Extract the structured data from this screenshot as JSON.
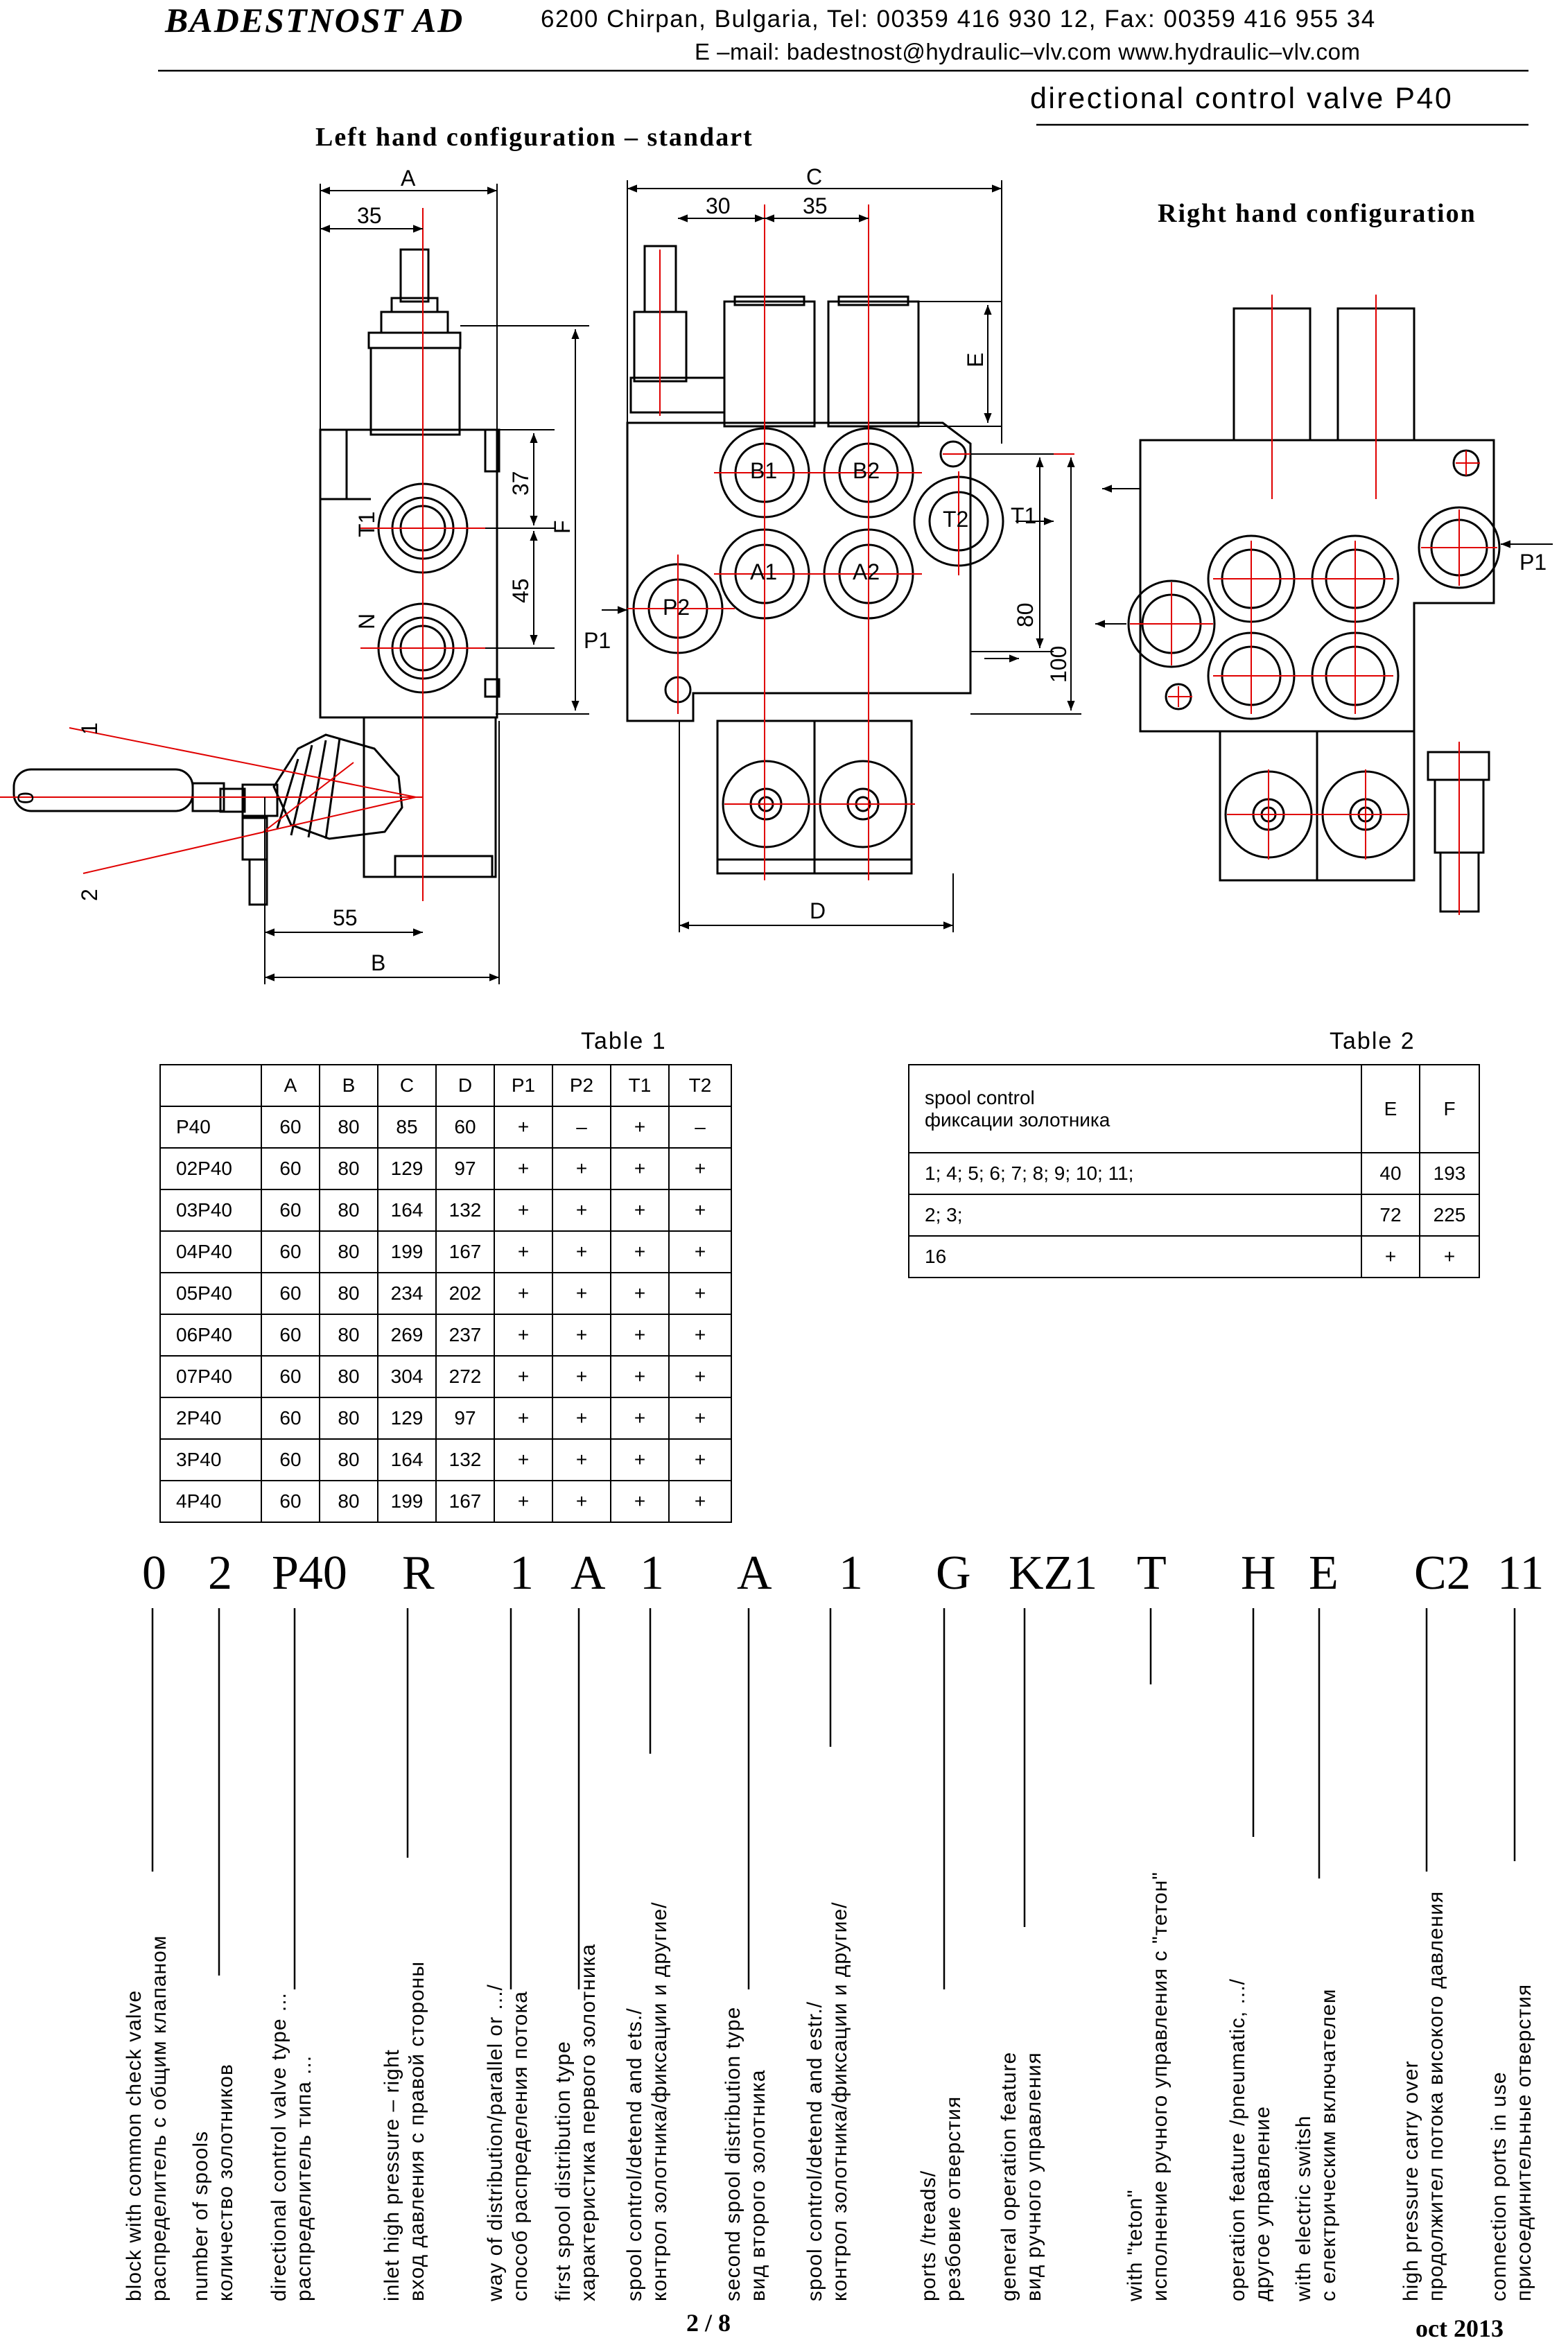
{
  "header": {
    "company": "BADESTNOST AD",
    "address": "6200 Chirpan, Bulgaria, Tel: 00359 416 930 12, Fax: 00359 416 955 34",
    "email_line": "E –mail: badestnost@hydraulic–vlv.com www.hydraulic–vlv.com",
    "subtitle": "directional control valve P40"
  },
  "drawing": {
    "left_config_title": "Left hand configuration – standart",
    "right_config_title": "Right hand configuration",
    "dims": {
      "A": "A",
      "dim35": "35",
      "C": "C",
      "dim30": "30",
      "dim35b": "35",
      "E": "E",
      "F": "F",
      "dim37": "37",
      "dim45": "45",
      "dim80": "80",
      "dim100": "100",
      "D": "D",
      "dim55": "55",
      "B": "B"
    },
    "ports": {
      "T1": "T1",
      "N": "N",
      "B1": "B1",
      "B2": "B2",
      "A1": "A1",
      "A2": "A2",
      "P2": "P2",
      "T2": "T2",
      "P1": "P1"
    },
    "lever": {
      "pos0": "0",
      "pos1": "1",
      "pos2": "2"
    }
  },
  "table1": {
    "title": "Table 1",
    "headers": [
      "",
      "A",
      "B",
      "C",
      "D",
      "P1",
      "P2",
      "T1",
      "T2"
    ],
    "rows": [
      [
        "P40",
        "60",
        "80",
        "85",
        "60",
        "+",
        "–",
        "+",
        "–"
      ],
      [
        "02P40",
        "60",
        "80",
        "129",
        "97",
        "+",
        "+",
        "+",
        "+"
      ],
      [
        "03P40",
        "60",
        "80",
        "164",
        "132",
        "+",
        "+",
        "+",
        "+"
      ],
      [
        "04P40",
        "60",
        "80",
        "199",
        "167",
        "+",
        "+",
        "+",
        "+"
      ],
      [
        "05P40",
        "60",
        "80",
        "234",
        "202",
        "+",
        "+",
        "+",
        "+"
      ],
      [
        "06P40",
        "60",
        "80",
        "269",
        "237",
        "+",
        "+",
        "+",
        "+"
      ],
      [
        "07P40",
        "60",
        "80",
        "304",
        "272",
        "+",
        "+",
        "+",
        "+"
      ],
      [
        "2P40",
        "60",
        "80",
        "129",
        "97",
        "+",
        "+",
        "+",
        "+"
      ],
      [
        "3P40",
        "60",
        "80",
        "164",
        "132",
        "+",
        "+",
        "+",
        "+"
      ],
      [
        "4P40",
        "60",
        "80",
        "199",
        "167",
        "+",
        "+",
        "+",
        "+"
      ]
    ]
  },
  "table2": {
    "title": "Table 2",
    "header": {
      "line1": "spool control",
      "line2": "фиксации золотника",
      "e": "E",
      "f": "F"
    },
    "rows": [
      {
        "label": "1; 4; 5; 6; 7; 8; 9; 10; 11;",
        "e": "40",
        "f": "193"
      },
      {
        "label": "2; 3;",
        "e": "72",
        "f": "225"
      },
      {
        "label": "16",
        "e": "+",
        "f": "+"
      }
    ]
  },
  "code": {
    "parts": [
      "0",
      "2",
      "P40",
      "R",
      "1",
      "A",
      "1",
      "A",
      "1",
      "G",
      "KZ1",
      "T",
      "H",
      "E",
      "C2",
      "11"
    ],
    "labels": [
      {
        "l1": "block with common check valve",
        "l2": "распределитель с общим клапаном"
      },
      {
        "l1": "number of spools",
        "l2": "количество золотников"
      },
      {
        "l1": "directional control valve type ...",
        "l2": "распределитель типа ..."
      },
      {
        "l1": "inlet high pressure – right",
        "l2": "вход давления с правой стороны"
      },
      {
        "l1": "way of distribution/parallel or .../",
        "l2": "способ распределения потока"
      },
      {
        "l1": "first spool distribution type",
        "l2": "характеристика первого золотника"
      },
      {
        "l1": "spool control/detend and ets./",
        "l2": "контрол золотника/фиксации и другие/"
      },
      {
        "l1": "second spool distribution type",
        "l2": "вид второго золотника"
      },
      {
        "l1": "spool control/detend and estr./",
        "l2": "контрол золотника/фиксации и другие/"
      },
      {
        "l1": "ports /treads/",
        "l2": "резбовие отверстия"
      },
      {
        "l1": "general operation feature",
        "l2": "вид ручного управления"
      },
      {
        "l1": "with \"teton\"",
        "l2": "исполнение ручного управления с \"тетон\""
      },
      {
        "l1": "operation feature /pneumatic, .../",
        "l2": "другое управление"
      },
      {
        "l1": "with electric switsh",
        "l2": "с електрическим включателем"
      },
      {
        "l1": "high pressure carry over",
        "l2": "продолжител потока високого давления"
      },
      {
        "l1": "connection ports in use",
        "l2": "присоединительные отверстия"
      }
    ]
  },
  "footer": {
    "page": "2 / 8",
    "date": "oct 2013"
  }
}
